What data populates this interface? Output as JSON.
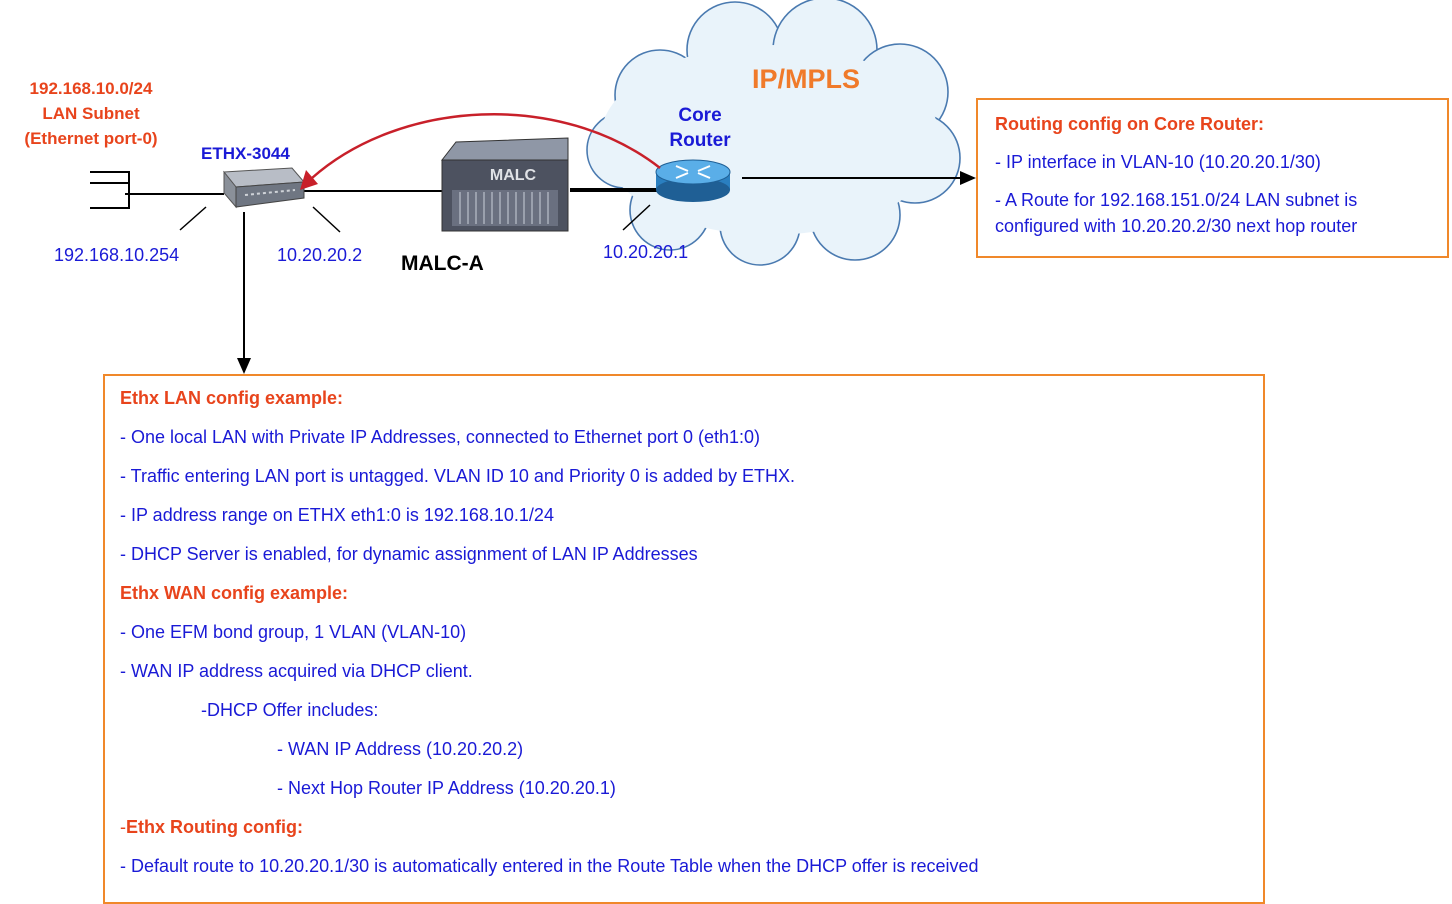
{
  "lan_subnet": {
    "line1": "192.168.10.0/24",
    "line2": "LAN Subnet",
    "line3": "(Ethernet port-0)"
  },
  "ethx_label": "ETHX-3044",
  "malc_text": "MALC",
  "malc_label": "MALC-A",
  "cloud_label": "IP/MPLS",
  "core_router": {
    "line1": "Core",
    "line2": "Router"
  },
  "ip_labels": {
    "lan_ip": "192.168.10.254",
    "wan_ip": "10.20.20.2",
    "router_ip": "10.20.20.1"
  },
  "routing_box": {
    "title": "Routing config on Core Router:",
    "line1": "- IP interface in VLAN-10 (10.20.20.1/30)",
    "line2": "- A Route for 192.168.151.0/24 LAN subnet is",
    "line3": "configured with 10.20.20.2/30 next hop router"
  },
  "config_box": {
    "lan_title": "Ethx LAN config example:",
    "lan_1": "- One local LAN with Private IP Addresses, connected to Ethernet port 0 (eth1:0)",
    "lan_2": "- Traffic entering LAN port is untagged.  VLAN ID 10 and Priority 0 is added by ETHX.",
    "lan_3": "- IP address range on ETHX eth1:0 is 192.168.10.1/24",
    "lan_4": "- DHCP Server is enabled, for dynamic assignment of LAN IP Addresses",
    "wan_title": "Ethx WAN config example:",
    "wan_1": "- One EFM bond group, 1 VLAN (VLAN-10)",
    "wan_2": "- WAN IP address acquired via DHCP client.",
    "wan_3": "-DHCP Offer includes:",
    "wan_4": "- WAN IP Address (10.20.20.2)",
    "wan_5": "- Next Hop Router IP Address (10.20.20.1)",
    "routing_dash": "-",
    "routing_title": "Ethx Routing config:",
    "routing_1": "- Default route to 10.20.20.1/30 is automatically entered in the Route Table when the DHCP offer is received"
  },
  "colors": {
    "accent_red": "#e8441c",
    "text_blue": "#1a1ad6",
    "box_border": "#f0882a",
    "arrow_red": "#c8202a",
    "cloud_fill": "#e9f3fa",
    "cloud_stroke": "#4a7ab0"
  },
  "icons": [
    "ethx-device-icon",
    "malc-chassis-icon",
    "router-icon",
    "ethernet-port-icon",
    "cloud-icon"
  ]
}
